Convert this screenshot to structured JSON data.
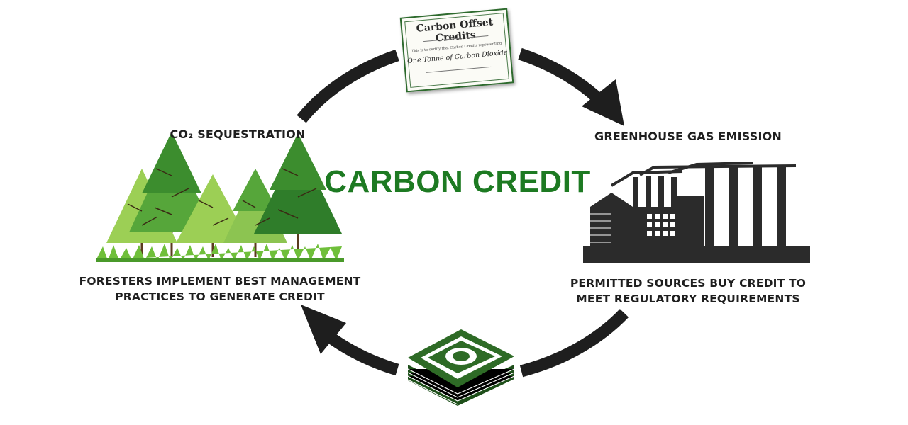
{
  "diagram": {
    "title": "CARBON CREDIT",
    "labels": {
      "sequestration": "CO₂ SEQUESTRATION",
      "emission": "GREENHOUSE GAS EMISSION",
      "foresters_line1": "FORESTERS IMPLEMENT BEST MANAGEMENT",
      "foresters_line2": "PRACTICES TO GENERATE CREDIT",
      "permitted_line1": "PERMITTED SOURCES BUY CREDIT TO",
      "permitted_line2": "MEET REGULATORY REQUIREMENTS"
    },
    "certificate": {
      "title": "Carbon Offset Credits",
      "small_text": "This is to certify that Carbon Credits representing",
      "subtitle": "One Tonne of Carbon Dioxide"
    },
    "colors": {
      "title_green": "#1d7a22",
      "tree_dark": "#2f7d2a",
      "tree_mid": "#56a63a",
      "tree_light": "#9ccf55",
      "arrow": "#1e1e1e",
      "factory": "#2b2b2b",
      "money": "#2e6b26"
    },
    "icons": [
      "carbon-certificate-icon",
      "factory-icon",
      "money-stack-icon",
      "forest-icon",
      "cycle-arrow-icon"
    ]
  }
}
